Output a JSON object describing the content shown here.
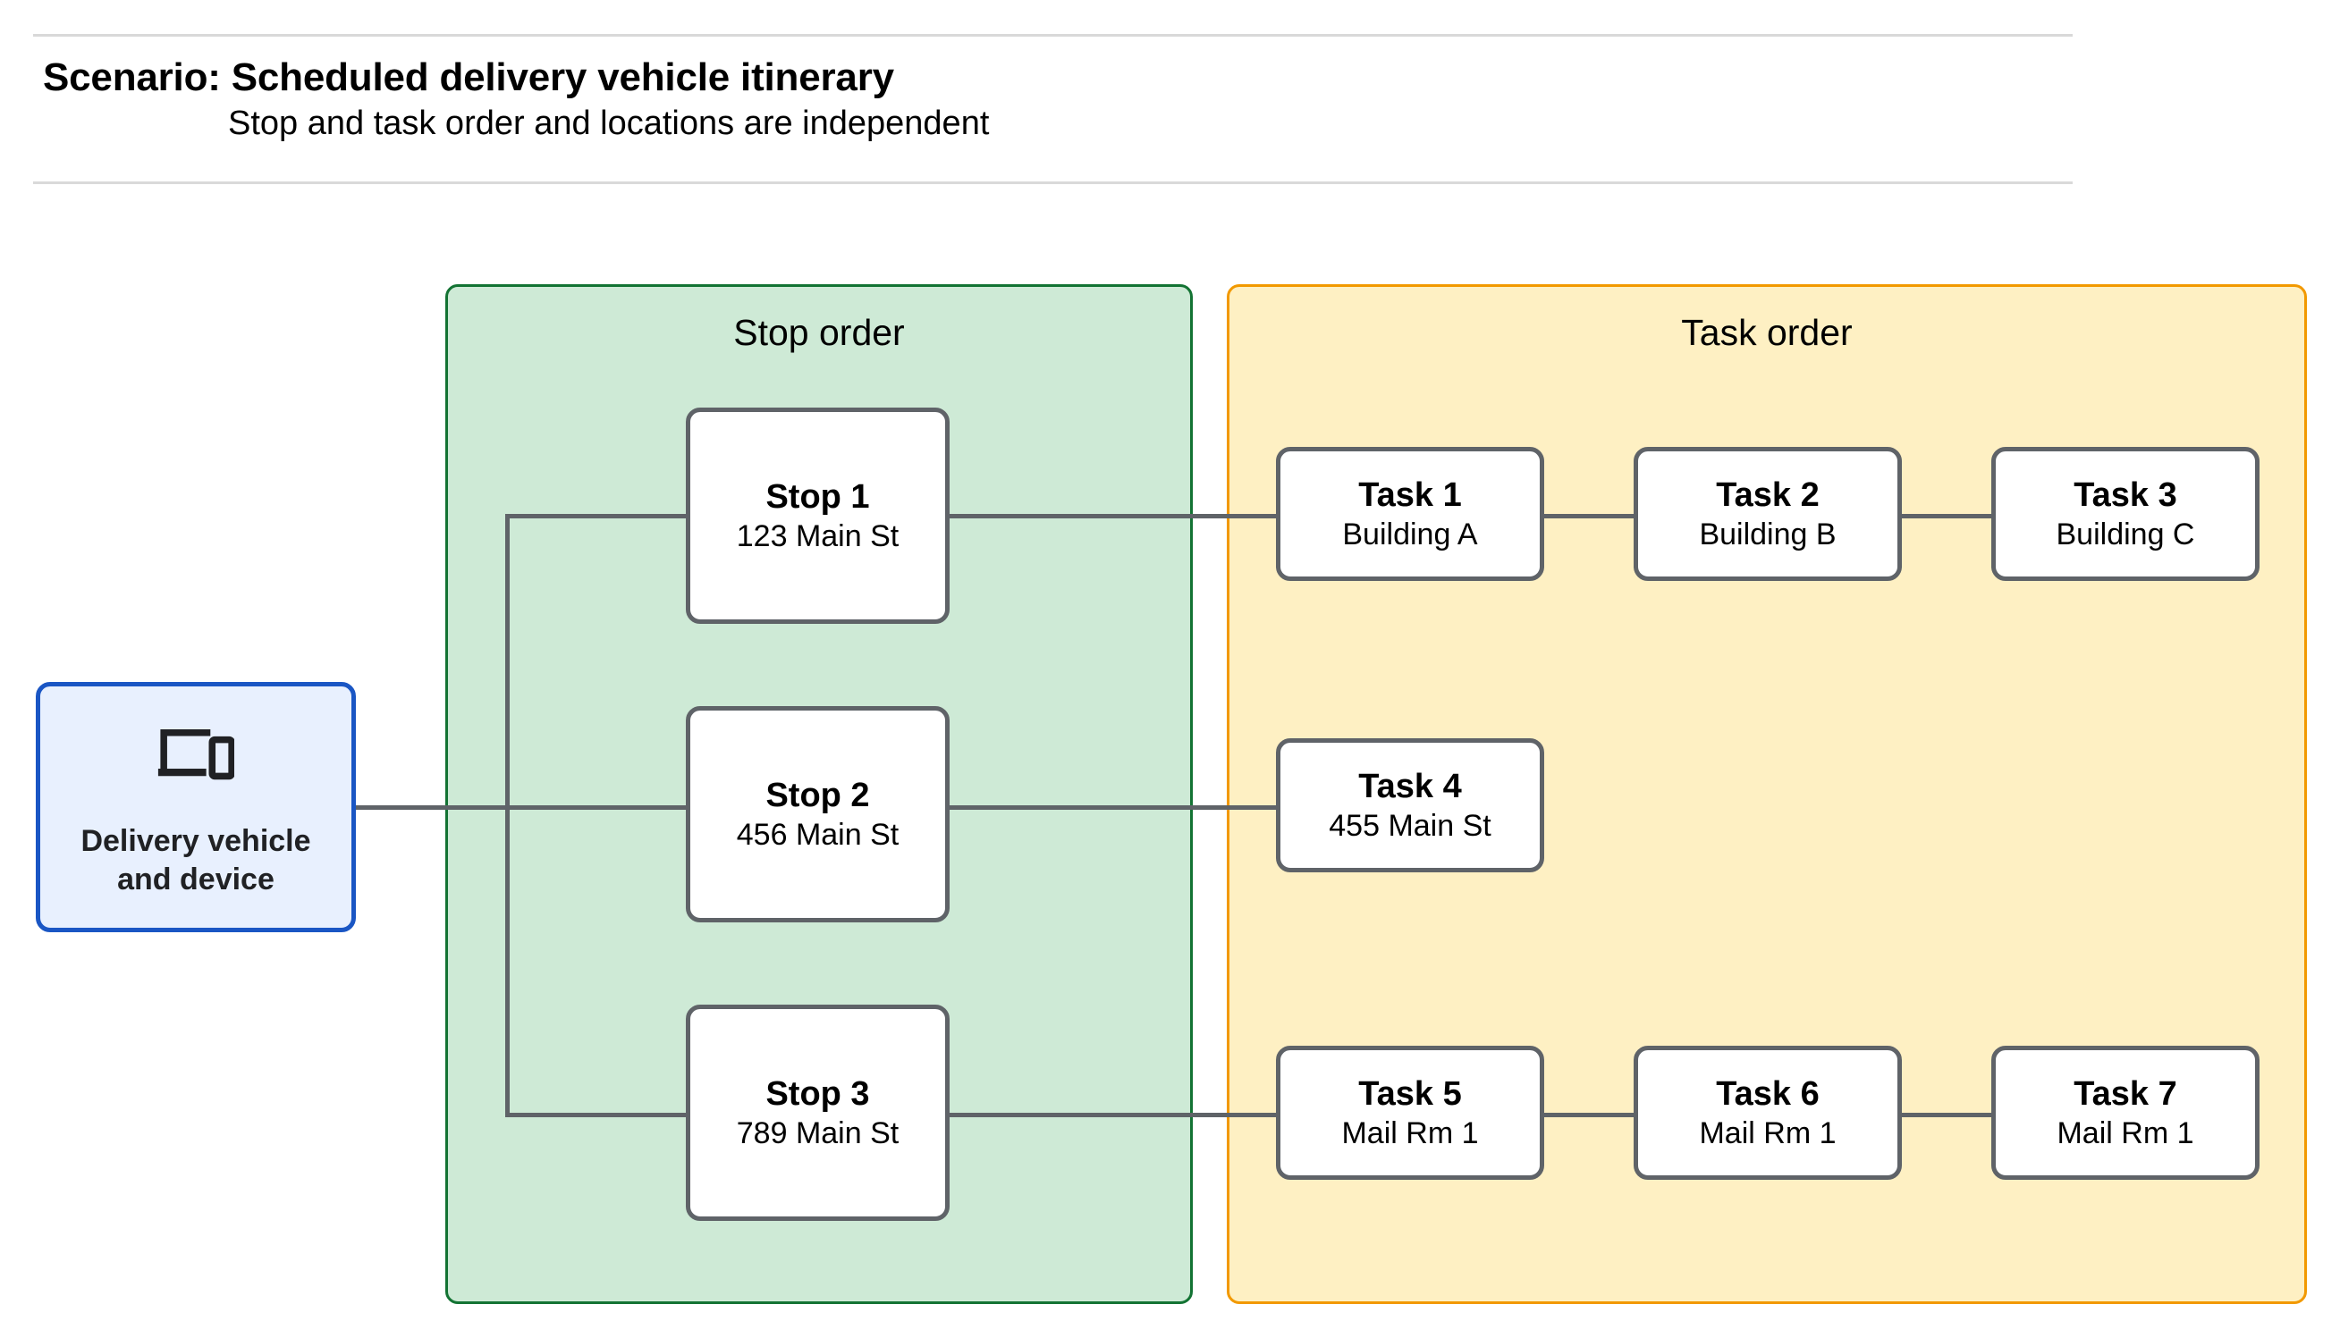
{
  "header": {
    "title": "Scenario: Scheduled delivery vehicle itinerary",
    "subtitle": "Stop and task order and locations are independent"
  },
  "colors": {
    "stop_panel_fill": "#ceead6",
    "stop_panel_border": "#137333",
    "task_panel_fill": "#fef0c3",
    "task_panel_border": "#f29900",
    "vehicle_fill": "#e8f0fe",
    "vehicle_border": "#1a56c4",
    "node_border": "#5f6368",
    "connector": "#5f6368",
    "rule": "#d9d9d9"
  },
  "vehicle": {
    "icon": "devices-icon",
    "label_line1": "Delivery vehicle",
    "label_line2": "and device"
  },
  "stop_panel": {
    "title": "Stop order",
    "stops": [
      {
        "title": "Stop 1",
        "address": "123 Main St"
      },
      {
        "title": "Stop 2",
        "address": "456 Main St"
      },
      {
        "title": "Stop 3",
        "address": "789 Main St"
      }
    ]
  },
  "task_panel": {
    "title": "Task order",
    "rows": [
      {
        "tasks": [
          {
            "title": "Task 1",
            "location": "Building A"
          },
          {
            "title": "Task 2",
            "location": "Building B"
          },
          {
            "title": "Task 3",
            "location": "Building C"
          }
        ]
      },
      {
        "tasks": [
          {
            "title": "Task 4",
            "location": "455 Main St"
          }
        ]
      },
      {
        "tasks": [
          {
            "title": "Task 5",
            "location": "Mail Rm 1"
          },
          {
            "title": "Task 6",
            "location": "Mail Rm 1"
          },
          {
            "title": "Task 7",
            "location": "Mail Rm 1"
          }
        ]
      }
    ]
  }
}
